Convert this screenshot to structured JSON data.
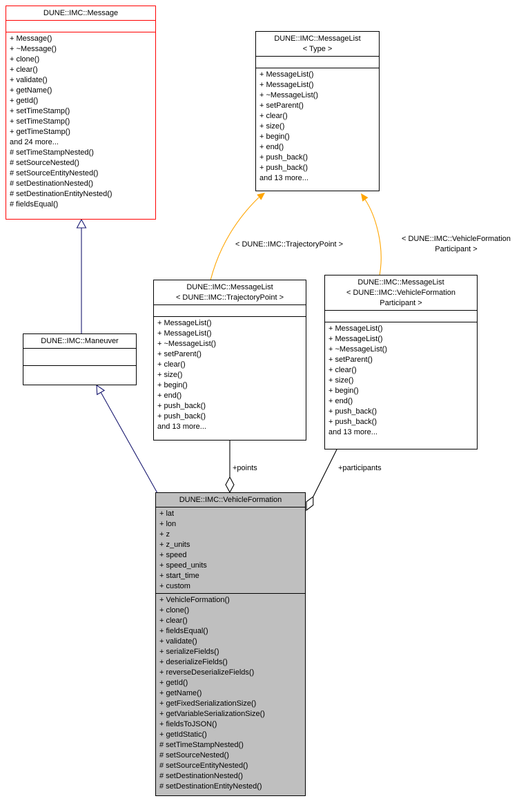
{
  "classes": {
    "message": {
      "title": "DUNE::IMC::Message",
      "methods": [
        "+ Message()",
        "+ ~Message()",
        "+ clone()",
        "+ clear()",
        "+ validate()",
        "+ getName()",
        "+ getId()",
        "+ setTimeStamp()",
        "+ setTimeStamp()",
        "+ getTimeStamp()",
        "and 24 more...",
        "# setTimeStampNested()",
        "# setSourceNested()",
        "# setSourceEntityNested()",
        "# setDestinationNested()",
        "# setDestinationEntityNested()",
        "# fieldsEqual()"
      ]
    },
    "messagelist_type": {
      "title_lines": [
        "DUNE::IMC::MessageList",
        "< Type >"
      ],
      "methods": [
        "+ MessageList()",
        "+ MessageList()",
        "+ ~MessageList()",
        "+ setParent()",
        "+ clear()",
        "+ size()",
        "+ begin()",
        "+ end()",
        "+ push_back()",
        "+ push_back()",
        "and 13 more..."
      ]
    },
    "maneuver": {
      "title": "DUNE::IMC::Maneuver"
    },
    "messagelist_trajectorypoint": {
      "title_lines": [
        "DUNE::IMC::MessageList",
        "< DUNE::IMC::TrajectoryPoint >"
      ],
      "methods": [
        "+ MessageList()",
        "+ MessageList()",
        "+ ~MessageList()",
        "+ setParent()",
        "+ clear()",
        "+ size()",
        "+ begin()",
        "+ end()",
        "+ push_back()",
        "+ push_back()",
        "and 13 more..."
      ]
    },
    "messagelist_participant": {
      "title_lines": [
        "DUNE::IMC::MessageList",
        "< DUNE::IMC::VehicleFormation",
        "Participant >"
      ],
      "methods": [
        "+ MessageList()",
        "+ MessageList()",
        "+ ~MessageList()",
        "+ setParent()",
        "+ clear()",
        "+ size()",
        "+ begin()",
        "+ end()",
        "+ push_back()",
        "+ push_back()",
        "and 13 more..."
      ]
    },
    "vehicle_formation": {
      "title": "DUNE::IMC::VehicleFormation",
      "attributes": [
        "+ lat",
        "+ lon",
        "+ z",
        "+ z_units",
        "+ speed",
        "+ speed_units",
        "+ start_time",
        "+ custom"
      ],
      "methods": [
        "+ VehicleFormation()",
        "+ clone()",
        "+ clear()",
        "+ fieldsEqual()",
        "+ validate()",
        "+ serializeFields()",
        "+ deserializeFields()",
        "+ reverseDeserializeFields()",
        "+ getId()",
        "+ getName()",
        "+ getFixedSerializationSize()",
        "+ getVariableSerializationSize()",
        "+ fieldsToJSON()",
        "+ getIdStatic()",
        "# setTimeStampNested()",
        "# setSourceNested()",
        "# setSourceEntityNested()",
        "# setDestinationNested()",
        "# setDestinationEntityNested()"
      ]
    }
  },
  "edges": {
    "trajectory_template_label": "< DUNE::IMC::TrajectoryPoint >",
    "participant_template_label_lines": [
      "< DUNE::IMC::VehicleFormation",
      "Participant >"
    ],
    "points_label": "+points",
    "participants_label": "+participants"
  },
  "colors": {
    "class_border": "#000000",
    "message_border": "#ff0000",
    "inheritance_edge": "#191970",
    "template_edge": "#ffa500",
    "member_edge": "#000000",
    "current_class_fill": "#bfbfbf",
    "class_fill": "#ffffff"
  }
}
